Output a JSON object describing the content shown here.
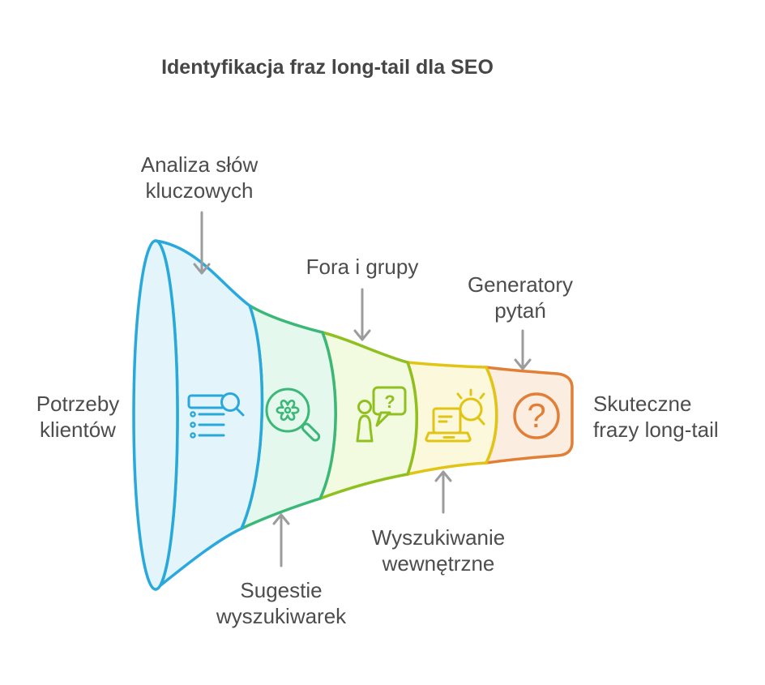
{
  "title": "Identyfikacja fraz long-tail dla SEO",
  "diagram": {
    "type": "funnel",
    "input": {
      "label": "Potrzeby\nklientów"
    },
    "output": {
      "label": "Skuteczne\nfrazy long-tail"
    },
    "stages": [
      {
        "id": 1,
        "label": "Analiza słów\nkluczowych",
        "label_position": "top",
        "icon": "list-search-icon",
        "stroke_color": "#29A8DC",
        "fill_color": "#E3F4FB"
      },
      {
        "id": 2,
        "label": "Sugestie\nwyszukiwarek",
        "label_position": "bottom",
        "icon": "magnifier-gear-icon",
        "stroke_color": "#3BB877",
        "fill_color": "#E4F8EE"
      },
      {
        "id": 3,
        "label": "Fora i grupy",
        "label_position": "top",
        "icon": "person-question-bubble-icon",
        "stroke_color": "#8FC020",
        "fill_color": "#F2FAE0"
      },
      {
        "id": 4,
        "label": "Wyszukiwanie\nwewnętrzne",
        "label_position": "bottom",
        "icon": "laptop-search-icon",
        "stroke_color": "#E2C414",
        "fill_color": "#FCF8DB"
      },
      {
        "id": 5,
        "label": "Generatory\npytań",
        "label_position": "top",
        "icon": "question-circle-icon",
        "stroke_color": "#E07F35",
        "fill_color": "#FBEEE1"
      }
    ],
    "question_glyph": "?",
    "colors": {
      "label_text": "#4D4D4D",
      "title_text": "#464646",
      "arrow": "#9C9C9C"
    }
  }
}
